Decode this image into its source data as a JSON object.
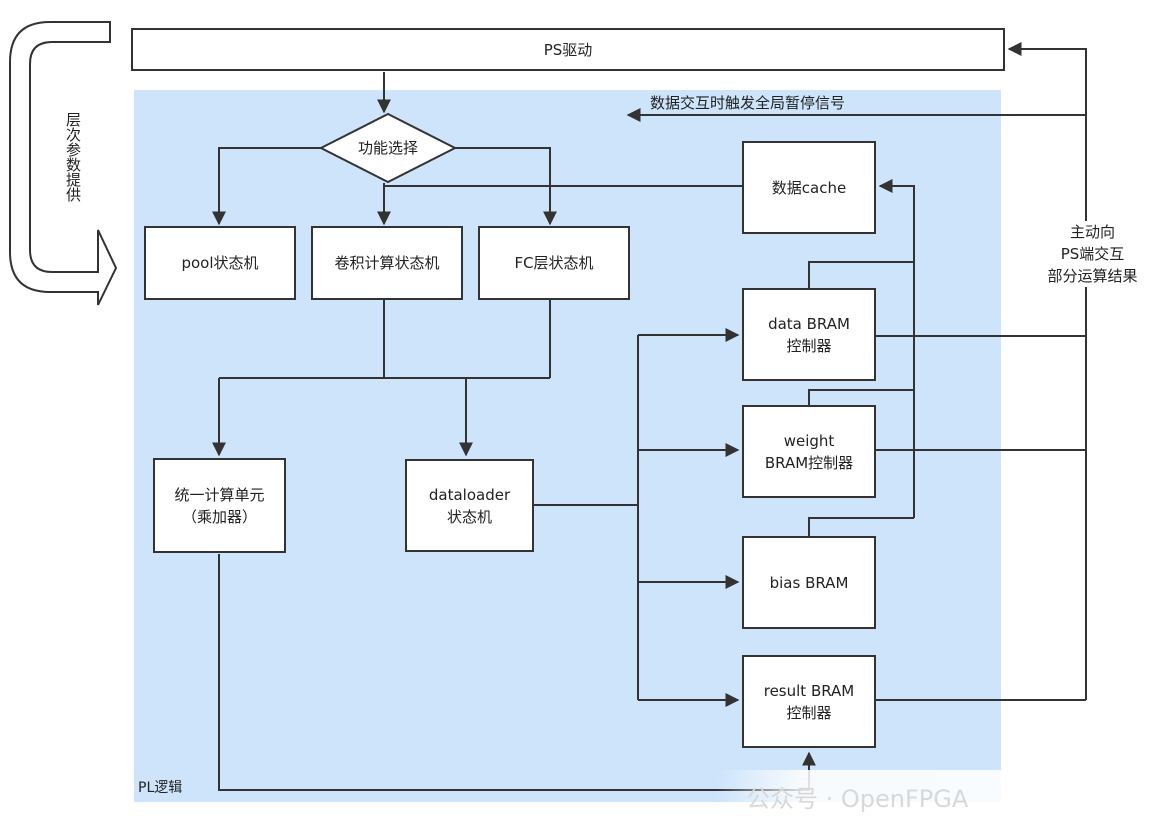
{
  "diagram": {
    "nodes": {
      "ps_driver": "PS驱动",
      "func_select": "功能选择",
      "pool_fsm": "pool状态机",
      "conv_fsm": "卷积计算状态机",
      "fc_fsm": "FC层状态机",
      "data_cache": "数据cache",
      "data_bram": "data BRAM\n控制器",
      "weight_bram": "weight\nBRAM控制器",
      "bias_bram": "bias BRAM",
      "result_bram": "result BRAM\n控制器",
      "compute_unit": "统一计算单元\n（乘加器）",
      "dataloader": "dataloader\n状态机"
    },
    "labels": {
      "layer_params": "层次参数提供",
      "pause_signal": "数据交互时触发全局暂停信号",
      "active_interact": "主动向\nPS端交互\n部分运算结果",
      "pl_logic": "PL逻辑"
    },
    "watermark": "公众号 · OpenFPGA"
  }
}
